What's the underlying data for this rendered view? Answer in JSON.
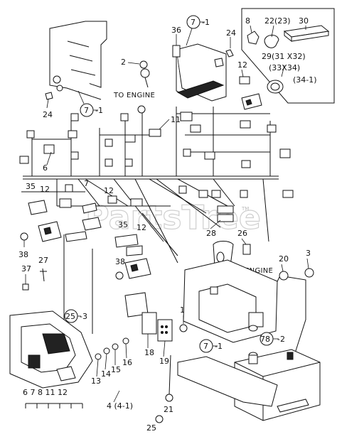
{
  "watermark": "PartsTree",
  "trademark": "TM",
  "engine_labels": [
    "TO ENGINE",
    "TO ENGINE"
  ],
  "callouts": {
    "c_7_1_top": "7",
    "c_7_1_top_suffix": "-1",
    "c_36": "36",
    "c_24_top": "24",
    "c_8": "8",
    "c_22_23": "22(23)",
    "c_30": "30",
    "c_29": "29(31 X32)",
    "c_33": "(33X34)",
    "c_34": "(34-1)",
    "c_2": "2",
    "c_12_top": "12",
    "c_24_left": "24",
    "c_7_1_left": "7",
    "c_7_1_left_suffix": "-1",
    "c_11": "11",
    "c_6_mid": "6",
    "c_35_a": "35",
    "c_12_a": "12",
    "c_7_mid": "7",
    "c_12_b": "12",
    "c_35_b": "35",
    "c_12_c": "12",
    "c_28": "28",
    "c_26": "26",
    "c_38_a": "38",
    "c_27": "27",
    "c_37": "37",
    "c_38_b": "38",
    "c_20": "20",
    "c_3": "3",
    "c_25_3": "25",
    "c_25_3_suffix": "-3",
    "c_1": "1",
    "c_78_2": "78",
    "c_78_2_suffix": "-2",
    "c_7_1_bottom": "7",
    "c_7_1_bottom_suffix": "-1",
    "c_18": "18",
    "c_19": "19",
    "c_13": "13",
    "c_14": "14",
    "c_15": "15",
    "c_16": "16",
    "c_4": "4 (4-1)",
    "c_21": "21",
    "c_25_bottom": "25",
    "bottom_list": "6  7  8  11  12"
  }
}
